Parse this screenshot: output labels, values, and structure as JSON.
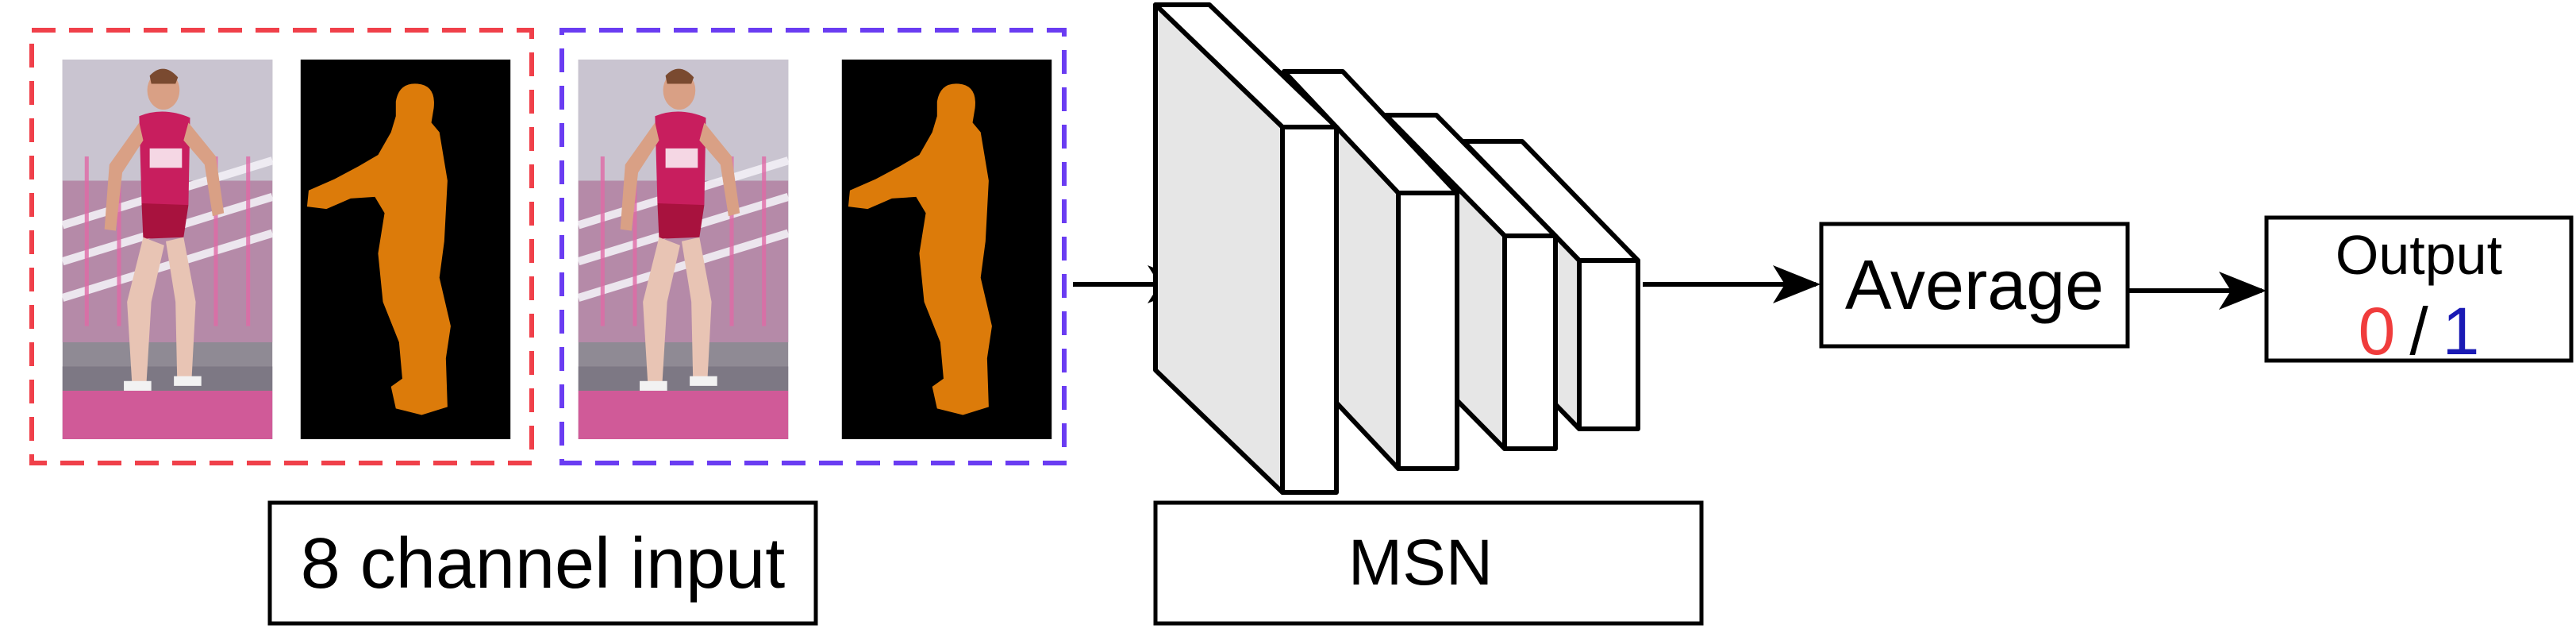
{
  "input": {
    "label": "8 channel input",
    "groups": [
      {
        "border_color": "#f0404a",
        "images": [
          {
            "icon": "athlete-rgb-frame"
          },
          {
            "icon": "athlete-segmentation-mask"
          }
        ]
      },
      {
        "border_color": "#6a3cf2",
        "images": [
          {
            "icon": "athlete-rgb-frame"
          },
          {
            "icon": "athlete-segmentation-mask"
          }
        ]
      }
    ],
    "mask_color": "#dc7b0a"
  },
  "network": {
    "label": "MSN"
  },
  "average": {
    "label": "Average"
  },
  "output": {
    "title": "Output",
    "value_zero": "0",
    "separator": "/",
    "value_one": "1",
    "zero_color": "#f03c3c",
    "one_color": "#1a1ab4"
  }
}
